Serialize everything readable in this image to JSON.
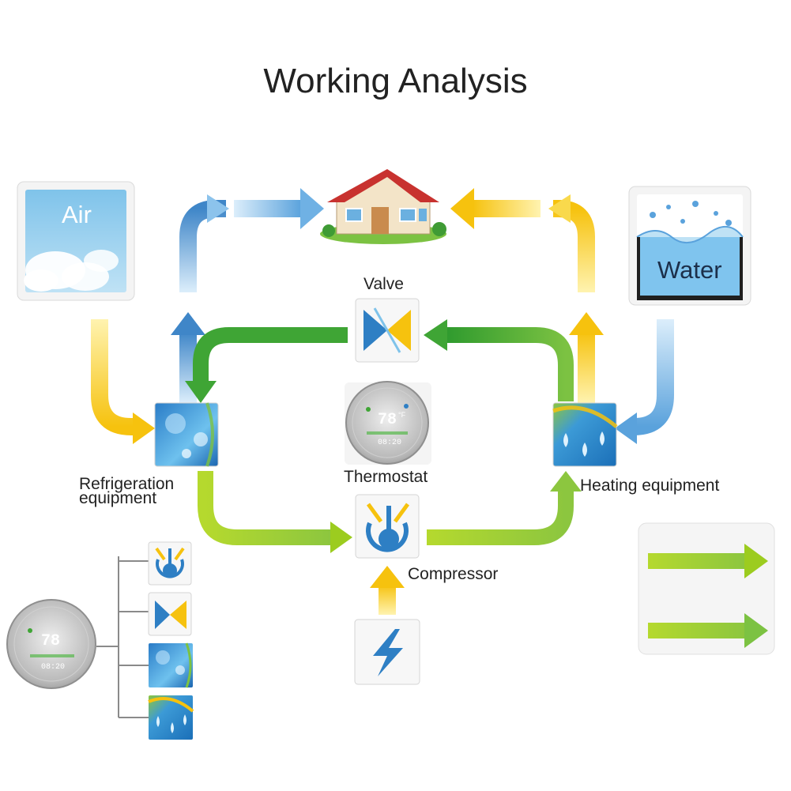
{
  "title": "Working Analysis",
  "nodes": {
    "air": "Air",
    "water": "Water",
    "valve": "Valve",
    "thermostat": "Thermostat",
    "refrigeration": [
      "Refrigeration",
      "equipment"
    ],
    "heating": "Heating equipment",
    "compressor": "Compressor"
  },
  "thermostat_display": {
    "temperature": "78",
    "unit": "°F",
    "time": "08:20"
  },
  "colors": {
    "air_flow": "#5b9bd5",
    "heat_flow": "#f5c518",
    "loop_green": "#3fa535",
    "loop_light_green": "#9ccc1f",
    "water_flow": "#78b8e8"
  },
  "icons": [
    "house-icon",
    "air-icon",
    "water-icon",
    "valve-icon",
    "compressor-icon",
    "lightning-icon",
    "refrigeration-icon",
    "heating-icon",
    "thermostat-device"
  ]
}
